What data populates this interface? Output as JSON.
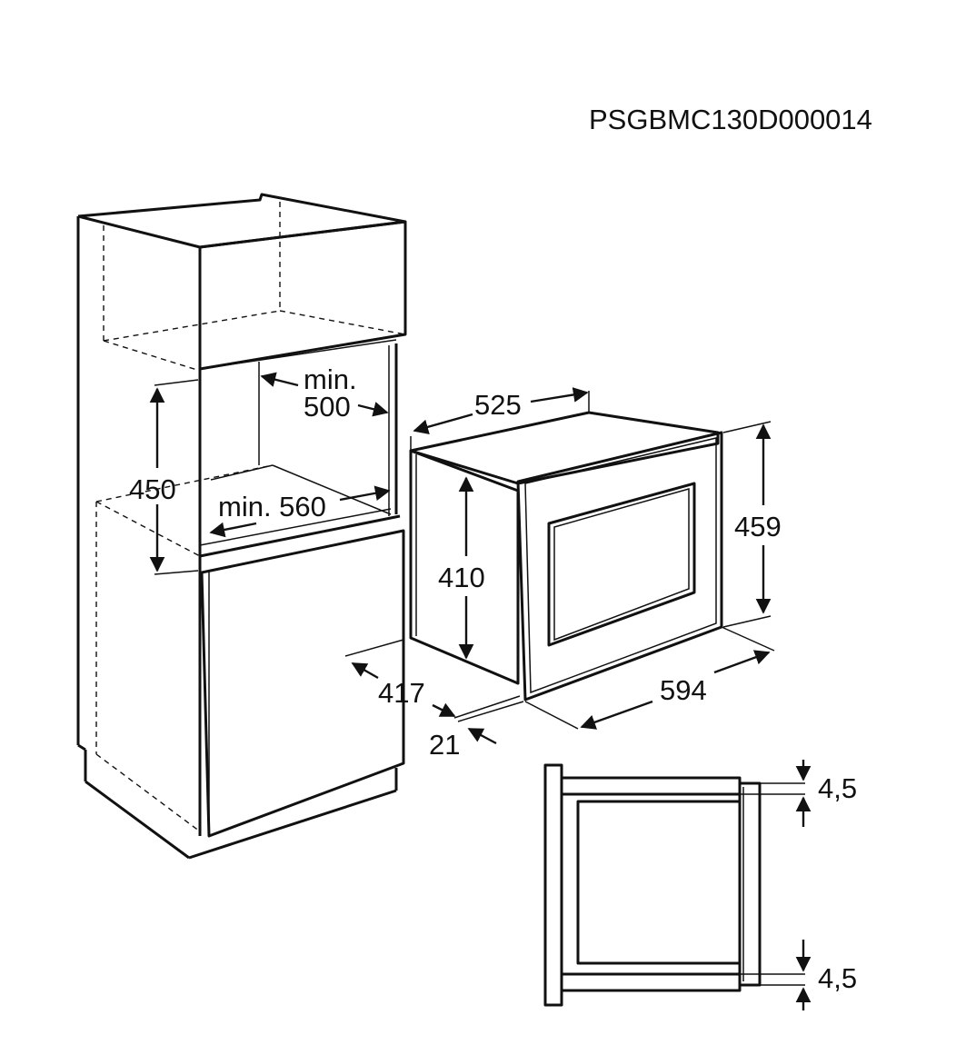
{
  "header": {
    "code": "PSGBMC130D000014"
  },
  "dimensions": {
    "cabinet_height": "450",
    "cabinet_depth_min_label": "min.",
    "cabinet_depth_min_value": "500",
    "cabinet_width_min": "min. 560",
    "appliance_depth": "525",
    "appliance_height": "410",
    "front_height": "459",
    "front_width": "594",
    "cabinet_panel_depth": "417",
    "frame_offset": "21",
    "gap_top": "4,5",
    "gap_bottom": "4,5"
  }
}
